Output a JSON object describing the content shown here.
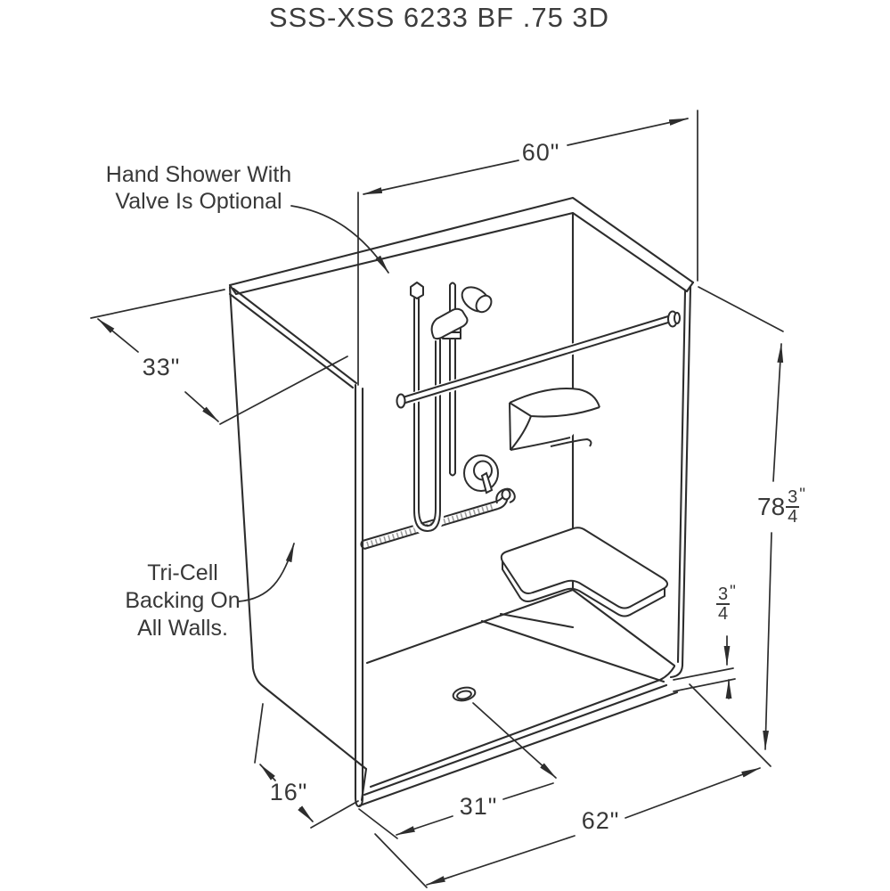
{
  "title": "SSS-XSS 6233 BF .75 3D",
  "colors": {
    "line": "#2d2d2d",
    "text": "#383838",
    "background": "#ffffff"
  },
  "annotations": {
    "hand_shower": {
      "line1": "Hand Shower With",
      "line2": "Valve Is Optional"
    },
    "tri_cell": {
      "line1": "Tri-Cell",
      "line2": "Backing On",
      "line3": "All Walls."
    }
  },
  "dimensions": {
    "inside_width": "60\"",
    "depth": "33\"",
    "overall_height": {
      "whole": "78",
      "numerator": "3",
      "denominator": "4",
      "unit": "\""
    },
    "threshold_height": {
      "numerator": "3",
      "denominator": "4",
      "unit": "\""
    },
    "return_panel": "16\"",
    "drain_center": "31\"",
    "overall_width": "62\""
  }
}
